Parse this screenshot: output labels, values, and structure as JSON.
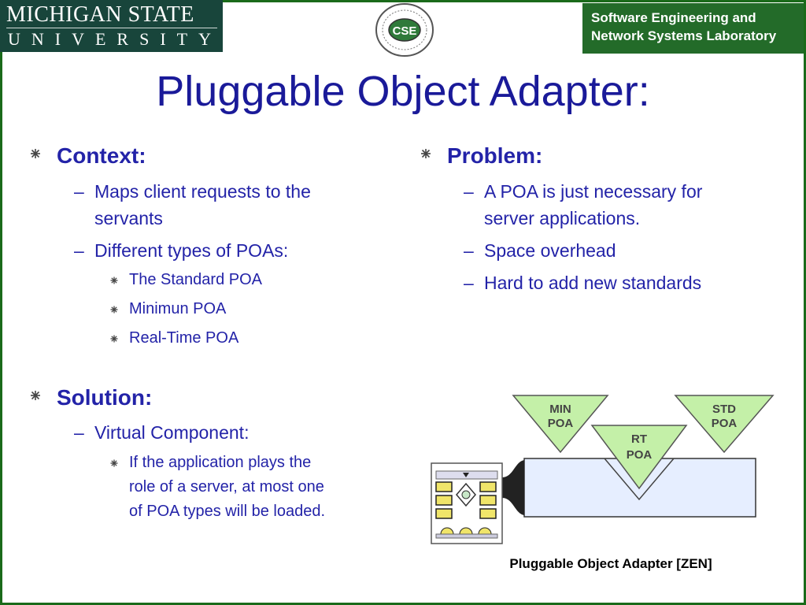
{
  "header": {
    "msu_line1": "MICHIGAN STATE",
    "msu_line2": "UNIVERSITY",
    "cse_seal_label": "CSE",
    "lab_line1": "Software Engineering and",
    "lab_line2": "Network Systems Laboratory"
  },
  "slide": {
    "title": "Pluggable Object Adapter:"
  },
  "left": {
    "context": {
      "heading": "Context:",
      "items": [
        {
          "line1": "Maps client requests to the",
          "line2": "servants"
        },
        {
          "line1": "Different types of POAs:"
        }
      ],
      "subitems": [
        "The Standard POA",
        "Minimun POA",
        "Real-Time POA"
      ]
    },
    "solution": {
      "heading": "Solution:",
      "item": "Virtual Component:",
      "subitem_lines": [
        "If the application plays the",
        "role of a server, at most one",
        "of POA types will be loaded."
      ]
    }
  },
  "right": {
    "problem": {
      "heading": "Problem:",
      "items": [
        {
          "line1": "A POA is just necessary for",
          "line2": "server applications."
        },
        {
          "line1": "Space overhead"
        },
        {
          "line1": "Hard to add new standards"
        }
      ]
    }
  },
  "diagram": {
    "triangles": [
      {
        "line1": "MIN",
        "line2": "POA"
      },
      {
        "line1": "RT",
        "line2": "POA"
      },
      {
        "line1": "STD",
        "line2": "POA"
      }
    ],
    "caption": "Pluggable Object Adapter [ZEN]",
    "colors": {
      "triangle": "#c4f0a8",
      "socket": "#e6eeff",
      "chip": "#f0e56a"
    }
  },
  "colors": {
    "title": "#1a1a99",
    "body": "#2323a8",
    "frame": "#1a6a1a",
    "msu": "#18453b",
    "lab": "#236b29"
  }
}
